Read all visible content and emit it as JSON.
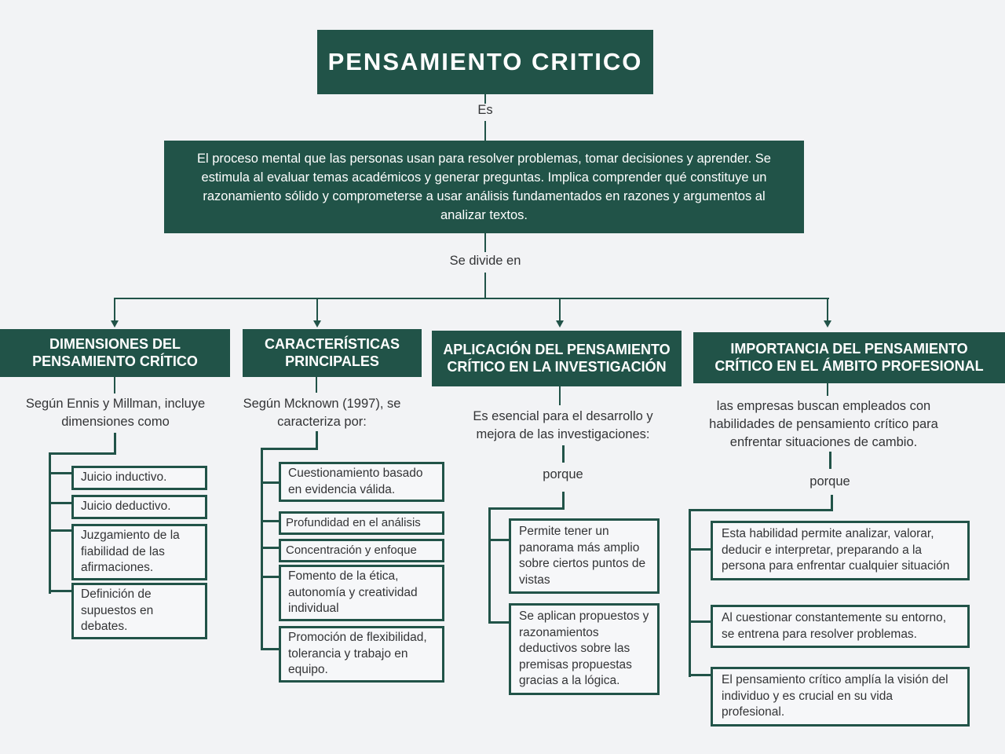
{
  "colors": {
    "accent_green": "#215348",
    "background": "#f2f3f5",
    "body_text": "#333436",
    "box_text": "#ffffff"
  },
  "root": {
    "title": "PENSAMIENTO CRITICO",
    "link_label": "Es",
    "definition": "El proceso mental que las personas usan para resolver problemas, tomar decisiones y aprender. Se estimula al evaluar temas académicos y generar preguntas. Implica comprender qué constituye un razonamiento sólido y comprometerse a usar análisis fundamentados en razones y argumentos al analizar textos.",
    "split_label": "Se divide en"
  },
  "branches": [
    {
      "title": "DIMENSIONES DEL PENSAMIENTO CRÍTICO",
      "subtitle": "Según Ennis y Millman, incluye dimensiones como",
      "leaves": [
        "Juicio inductivo.",
        "Juicio deductivo.",
        "Juzgamiento de la fiabilidad de las afirmaciones.",
        "Definición de supuestos en debates."
      ]
    },
    {
      "title": "CARACTERÍSTICAS PRINCIPALES",
      "subtitle": "Según Mcknown (1997), se caracteriza por:",
      "leaves": [
        "Cuestionamiento basado en evidencia válida.",
        "Profundidad en el análisis",
        "Concentración y enfoque",
        "Fomento de la ética, autonomía y creatividad individual",
        "Promoción de flexibilidad, tolerancia y trabajo en equipo."
      ]
    },
    {
      "title": "APLICACIÓN DEL PENSAMIENTO CRÍTICO EN LA INVESTIGACIÓN",
      "subtitle": "Es esencial para el desarrollo y mejora de las investigaciones:",
      "link_label": "porque",
      "leaves": [
        "Permite tener un panorama más amplio sobre ciertos puntos de vistas",
        "Se aplican propuestos y razonamientos deductivos sobre las premisas propuestas gracias a la lógica."
      ]
    },
    {
      "title": "IMPORTANCIA DEL PENSAMIENTO CRÍTICO EN EL ÁMBITO PROFESIONAL",
      "subtitle": "las empresas buscan empleados con habilidades de pensamiento crítico para enfrentar situaciones de cambio.",
      "link_label": "porque",
      "leaves": [
        "Esta habilidad permite analizar, valorar, deducir e interpretar, preparando a la persona para enfrentar cualquier situación",
        "Al cuestionar constantemente su entorno, se entrena para resolver problemas.",
        "El pensamiento crítico amplía la visión del individuo y es crucial en su vida profesional."
      ]
    }
  ]
}
